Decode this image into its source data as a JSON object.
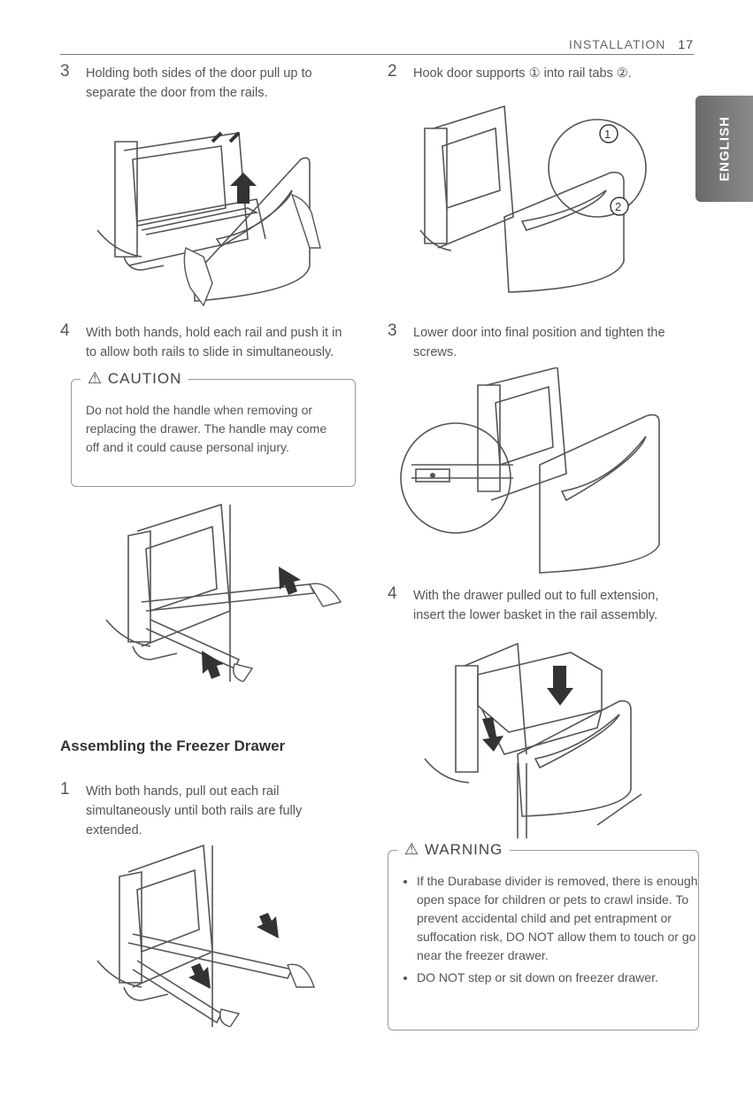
{
  "header": {
    "section": "INSTALLATION",
    "page": "17"
  },
  "language_tab": "ENGLISH",
  "left_steps": [
    {
      "num": "3",
      "text": "Holding both sides of the door pull up to separate the door from the rails."
    },
    {
      "num": "4",
      "text": "With both hands, hold each rail and push it in to allow both rails to slide in simultaneously."
    }
  ],
  "caution": {
    "heading": "CAUTION",
    "text": "Do not hold the handle when removing or replacing the drawer. The handle may come off and it could cause personal injury."
  },
  "assembling": {
    "title": "Assembling the Freezer Drawer",
    "step_num": "1",
    "step_text": "With both hands, pull out each rail simultaneously until both rails are fully extended."
  },
  "right_steps": [
    {
      "num": "2",
      "text": "Hook door supports ① into rail tabs ②."
    },
    {
      "num": "3",
      "text": "Lower door into final position and tighten the screws."
    },
    {
      "num": "4",
      "text": "With the drawer pulled out to full extension, insert the lower basket in the rail assembly."
    }
  ],
  "callouts": {
    "one": "1",
    "two": "2"
  },
  "warning": {
    "heading": "WARNING",
    "items": [
      "If the Durabase divider is removed, there is enough open space for children or pets to crawl inside. To prevent accidental child and pet entrapment or suffocation risk, DO NOT allow them to touch or go near the freezer drawer.",
      "DO NOT step or sit down on freezer drawer."
    ]
  }
}
